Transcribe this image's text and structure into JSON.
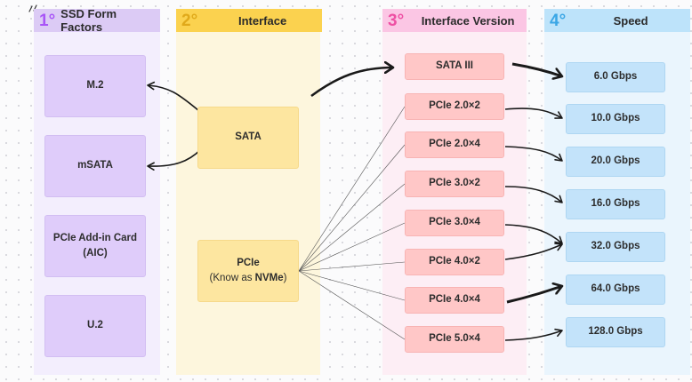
{
  "columns": [
    {
      "num": "1°",
      "title": "SSD Form Factors"
    },
    {
      "num": "2°",
      "title": "Interface"
    },
    {
      "num": "3°",
      "title": "Interface Version"
    },
    {
      "num": "4°",
      "title": "Speed"
    }
  ],
  "form_factors": [
    "M.2",
    "mSATA",
    "PCIe Add-in Card",
    "(AIC)",
    "U.2"
  ],
  "interfaces": {
    "sata": "SATA",
    "pcie_line1": "PCIe",
    "pcie_line2_prefix": "(Know as ",
    "pcie_line2_bold": "NVMe",
    "pcie_line2_suffix": ")"
  },
  "versions": [
    "SATA III",
    "PCIe 2.0×2",
    "PCIe 2.0×4",
    "PCIe 3.0×2",
    "PCIe 3.0×4",
    "PCIe 4.0×2",
    "PCIe 4.0×4",
    "PCIe 5.0×4"
  ],
  "speeds": [
    "6.0 Gbps",
    "10.0 Gbps",
    "20.0 Gbps",
    "16.0 Gbps",
    "32.0 Gbps",
    "64.0 Gbps",
    "128.0 Gbps"
  ],
  "colors": {
    "col1_header": "#dccbf5",
    "col1_num": "#a855f7",
    "col1_bg": "#f3eefd",
    "col2_header": "#fbd24f",
    "col2_num": "#e0a91a",
    "col2_bg": "#fdf6dd",
    "col3_header": "#fbc6e4",
    "col3_num": "#ee4fa3",
    "col3_bg": "#fdeef5",
    "col4_header": "#bde3fa",
    "col4_num": "#3aa6e5",
    "col4_bg": "#eaf5fd"
  },
  "icons": [
    "sparkle-icon",
    "arrow-icon"
  ]
}
